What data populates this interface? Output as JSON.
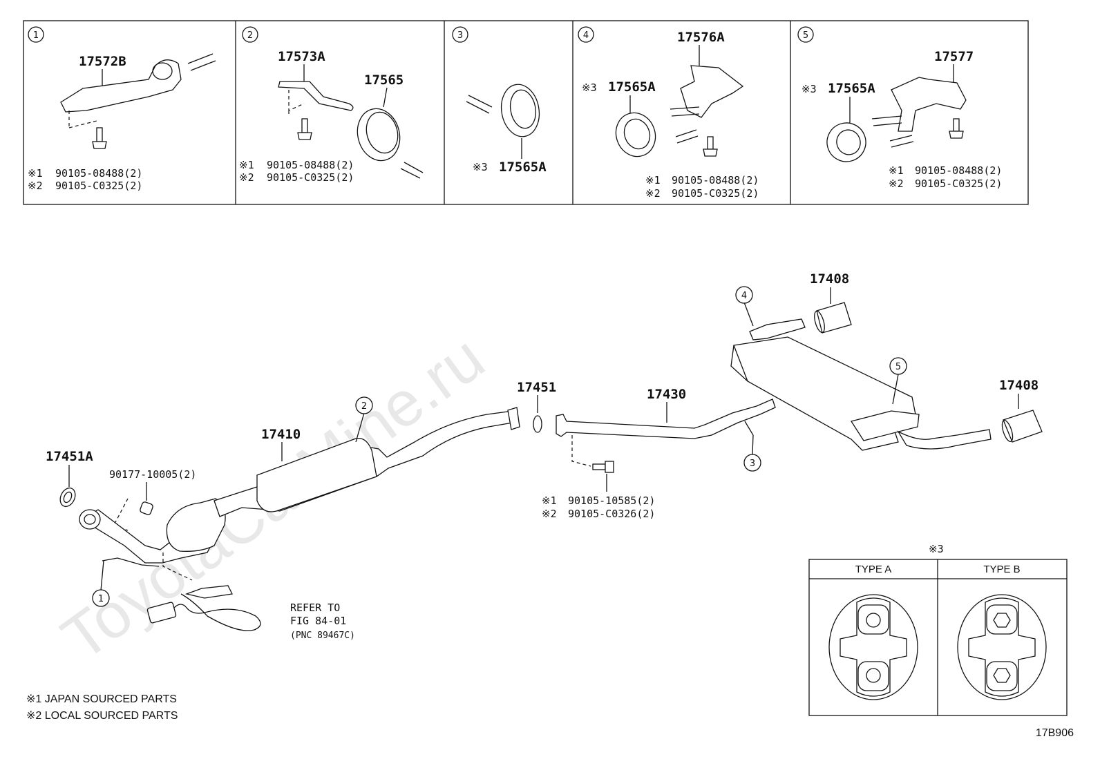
{
  "panels": [
    {
      "num": "1",
      "part": "17572B",
      "bolts": [
        {
          "mark": "※1",
          "part": "90105-08488(2)"
        },
        {
          "mark": "※2",
          "part": "90105-C0325(2)"
        }
      ]
    },
    {
      "num": "2",
      "part": "17573A",
      "part2": "17565",
      "bolts": [
        {
          "mark": "※1",
          "part": "90105-08488(2)"
        },
        {
          "mark": "※2",
          "part": "90105-C0325(2)"
        }
      ]
    },
    {
      "num": "3",
      "part": "17565A",
      "part_mark": "※3"
    },
    {
      "num": "4",
      "part": "17576A",
      "part2": "17565A",
      "part2_mark": "※3",
      "bolts": [
        {
          "mark": "※1",
          "part": "90105-08488(2)"
        },
        {
          "mark": "※2",
          "part": "90105-C0325(2)"
        }
      ]
    },
    {
      "num": "5",
      "part": "17577",
      "part2": "17565A",
      "part2_mark": "※3",
      "bolts": [
        {
          "mark": "※1",
          "part": "90105-08488(2)"
        },
        {
          "mark": "※2",
          "part": "90105-C0325(2)"
        }
      ]
    }
  ],
  "main": {
    "parts": {
      "p17451A": "17451A",
      "p90177": "90177-10005(2)",
      "p17410": "17410",
      "p17451": "17451",
      "p17430": "17430",
      "p17408_top": "17408",
      "p17408_right": "17408"
    },
    "callouts": [
      "1",
      "2",
      "3",
      "4",
      "5"
    ],
    "flange_bolts": [
      {
        "mark": "※1",
        "part": "90105-10585(2)"
      },
      {
        "mark": "※2",
        "part": "90105-C0326(2)"
      }
    ],
    "refer": [
      "REFER TO",
      "FIG 84-01",
      "(PNC 89467C)"
    ]
  },
  "type_table": {
    "mark": "※3",
    "headers": [
      "TYPE A",
      "TYPE B"
    ]
  },
  "footnotes": [
    "※1 JAPAN SOURCED PARTS",
    "※2 LOCAL SOURCED PARTS"
  ],
  "figure_code": "17B906",
  "watermark": "ToyotaCarMine.ru"
}
